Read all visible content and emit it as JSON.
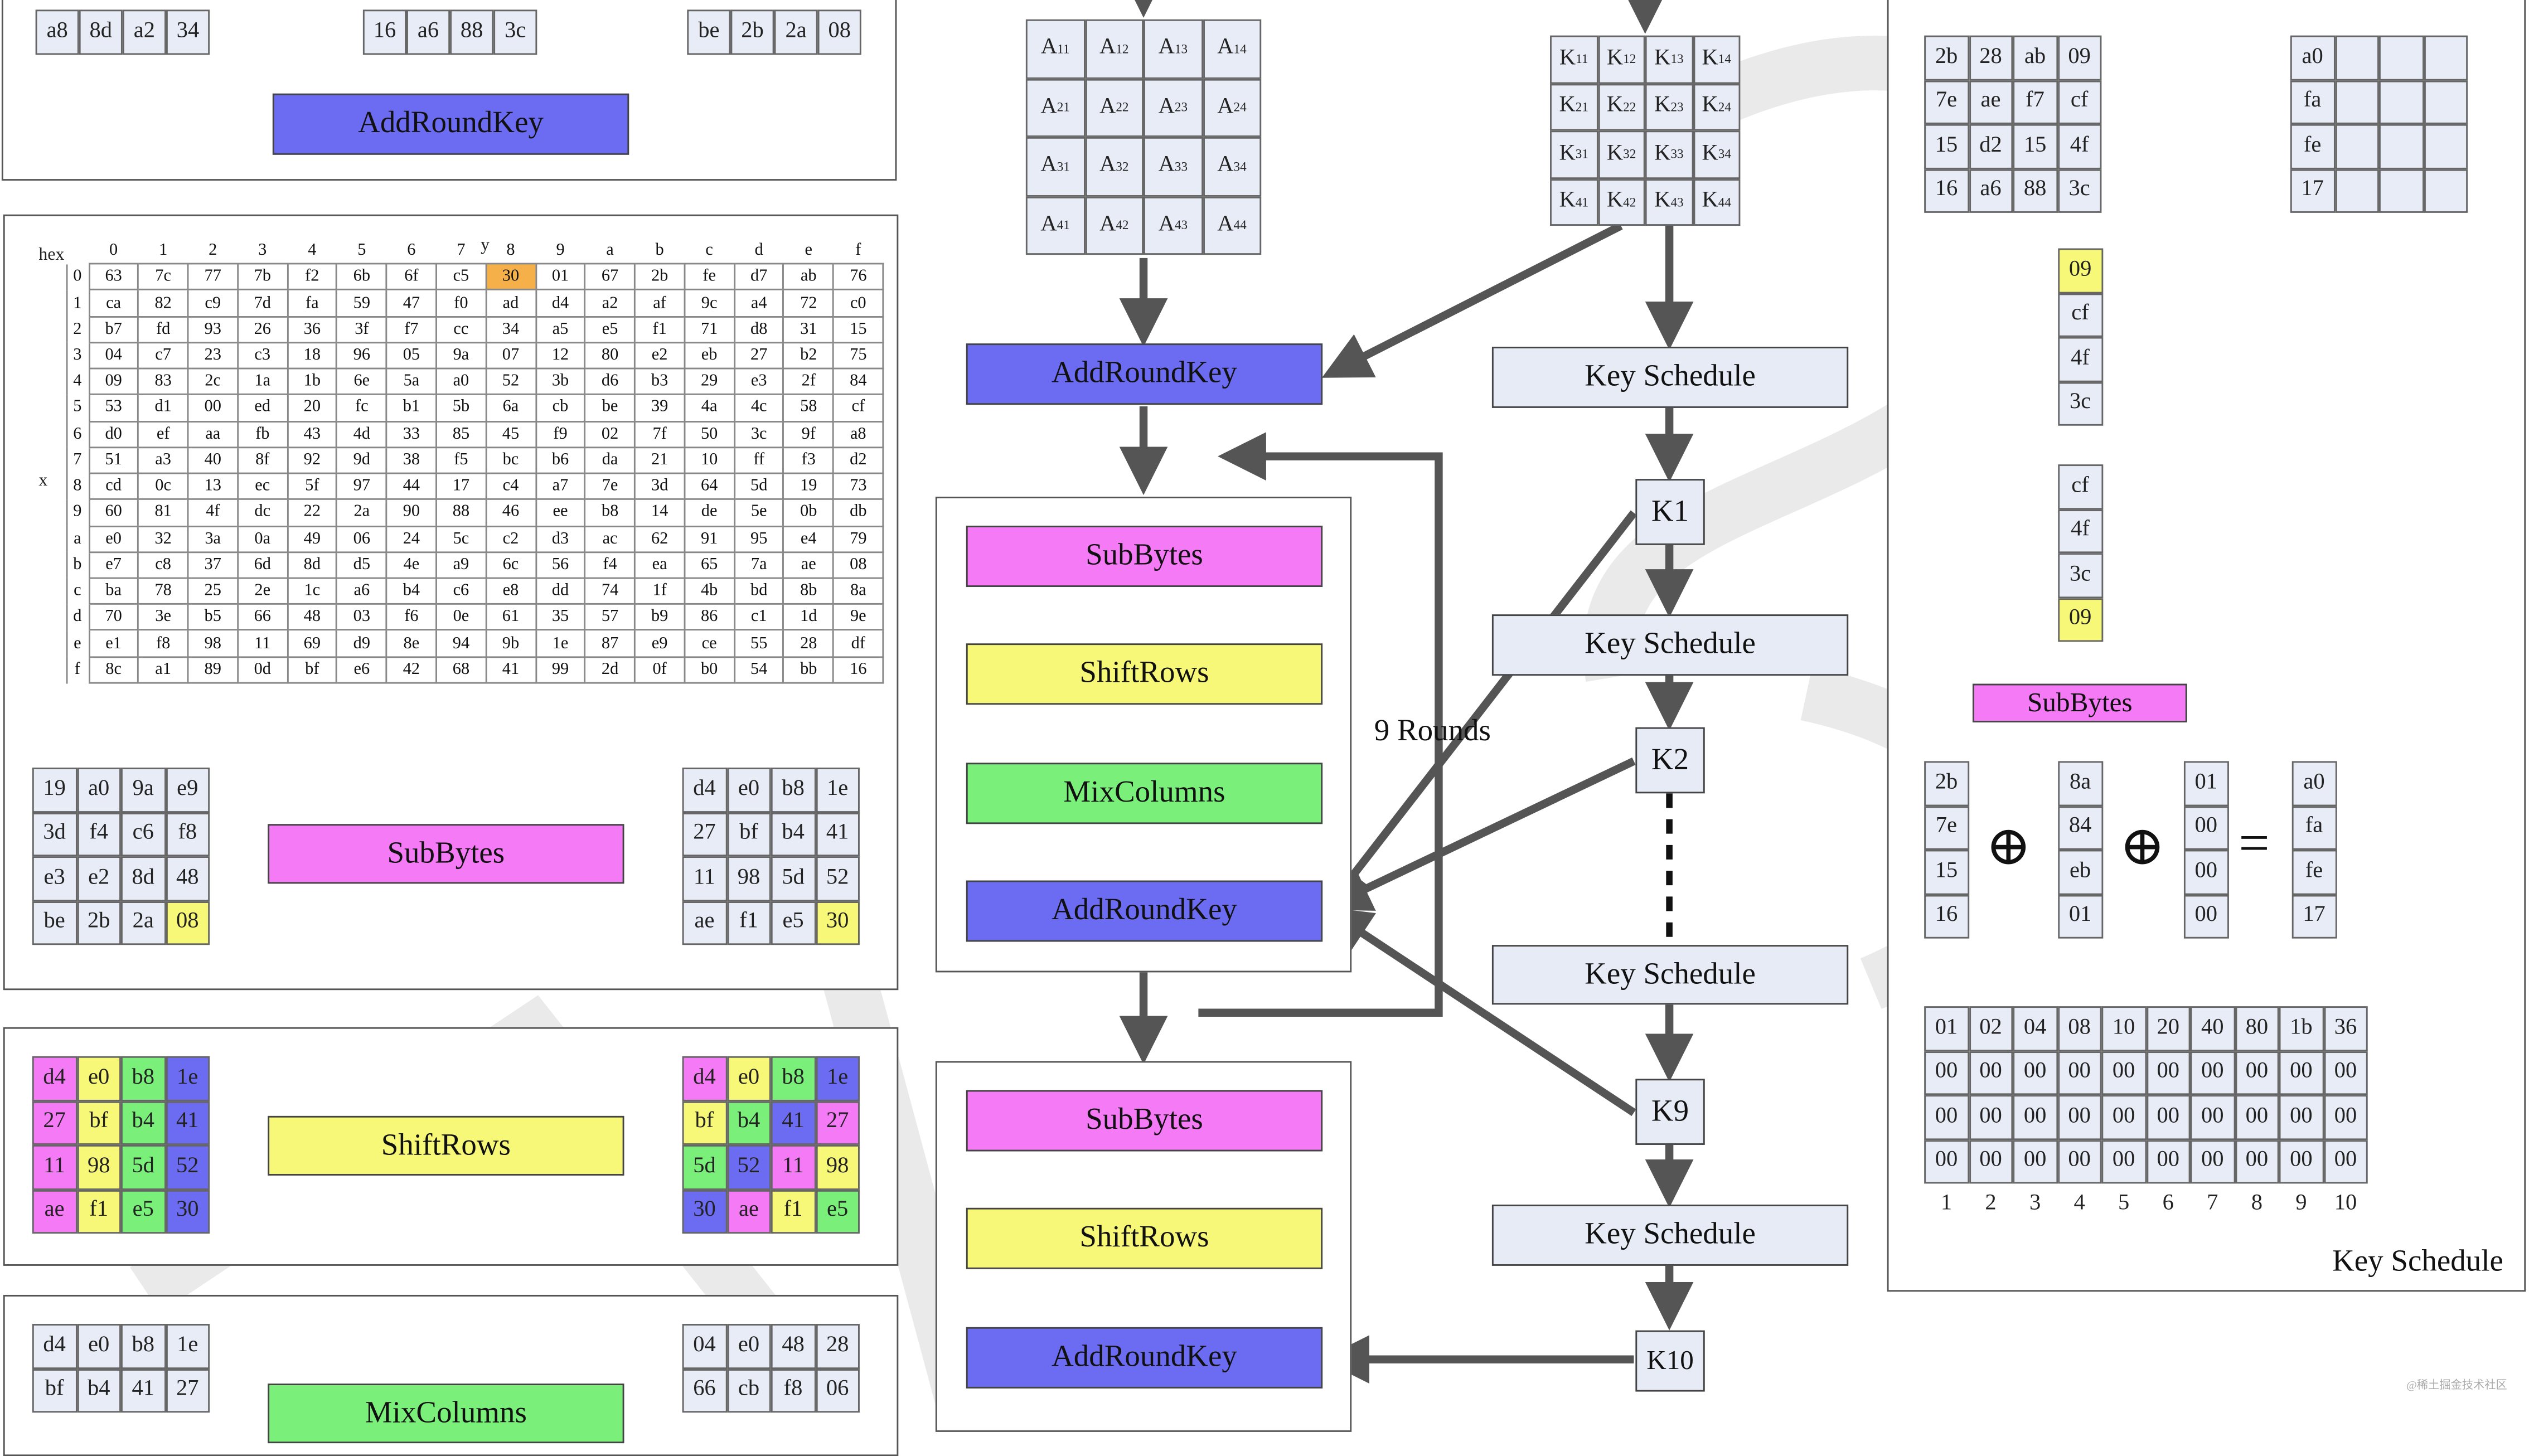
{
  "colors": {
    "blue": "#6c6cf2",
    "magenta": "#f57af5",
    "yellow": "#f8f878",
    "green": "#7af07a",
    "pale": "#e6ebf5",
    "highlight": "#f5b04a"
  },
  "top_left": {
    "left_grid": [
      "a8",
      "8d",
      "a2",
      "34"
    ],
    "center_grid": [
      "16",
      "a6",
      "88",
      "3c"
    ],
    "right_grid": [
      "be",
      "2b",
      "2a",
      "08"
    ],
    "op_label": "AddRoundKey"
  },
  "sbox": {
    "corner_label": "hex",
    "y_label": "y",
    "x_label": "x",
    "cols": [
      "0",
      "1",
      "2",
      "3",
      "4",
      "5",
      "6",
      "7",
      "8",
      "9",
      "a",
      "b",
      "c",
      "d",
      "e",
      "f"
    ],
    "rows": [
      {
        "h": "0",
        "v": [
          "63",
          "7c",
          "77",
          "7b",
          "f2",
          "6b",
          "6f",
          "c5",
          "30",
          "01",
          "67",
          "2b",
          "fe",
          "d7",
          "ab",
          "76"
        ]
      },
      {
        "h": "1",
        "v": [
          "ca",
          "82",
          "c9",
          "7d",
          "fa",
          "59",
          "47",
          "f0",
          "ad",
          "d4",
          "a2",
          "af",
          "9c",
          "a4",
          "72",
          "c0"
        ]
      },
      {
        "h": "2",
        "v": [
          "b7",
          "fd",
          "93",
          "26",
          "36",
          "3f",
          "f7",
          "cc",
          "34",
          "a5",
          "e5",
          "f1",
          "71",
          "d8",
          "31",
          "15"
        ]
      },
      {
        "h": "3",
        "v": [
          "04",
          "c7",
          "23",
          "c3",
          "18",
          "96",
          "05",
          "9a",
          "07",
          "12",
          "80",
          "e2",
          "eb",
          "27",
          "b2",
          "75"
        ]
      },
      {
        "h": "4",
        "v": [
          "09",
          "83",
          "2c",
          "1a",
          "1b",
          "6e",
          "5a",
          "a0",
          "52",
          "3b",
          "d6",
          "b3",
          "29",
          "e3",
          "2f",
          "84"
        ]
      },
      {
        "h": "5",
        "v": [
          "53",
          "d1",
          "00",
          "ed",
          "20",
          "fc",
          "b1",
          "5b",
          "6a",
          "cb",
          "be",
          "39",
          "4a",
          "4c",
          "58",
          "cf"
        ]
      },
      {
        "h": "6",
        "v": [
          "d0",
          "ef",
          "aa",
          "fb",
          "43",
          "4d",
          "33",
          "85",
          "45",
          "f9",
          "02",
          "7f",
          "50",
          "3c",
          "9f",
          "a8"
        ]
      },
      {
        "h": "7",
        "v": [
          "51",
          "a3",
          "40",
          "8f",
          "92",
          "9d",
          "38",
          "f5",
          "bc",
          "b6",
          "da",
          "21",
          "10",
          "ff",
          "f3",
          "d2"
        ]
      },
      {
        "h": "8",
        "v": [
          "cd",
          "0c",
          "13",
          "ec",
          "5f",
          "97",
          "44",
          "17",
          "c4",
          "a7",
          "7e",
          "3d",
          "64",
          "5d",
          "19",
          "73"
        ]
      },
      {
        "h": "9",
        "v": [
          "60",
          "81",
          "4f",
          "dc",
          "22",
          "2a",
          "90",
          "88",
          "46",
          "ee",
          "b8",
          "14",
          "de",
          "5e",
          "0b",
          "db"
        ]
      },
      {
        "h": "a",
        "v": [
          "e0",
          "32",
          "3a",
          "0a",
          "49",
          "06",
          "24",
          "5c",
          "c2",
          "d3",
          "ac",
          "62",
          "91",
          "95",
          "e4",
          "79"
        ]
      },
      {
        "h": "b",
        "v": [
          "e7",
          "c8",
          "37",
          "6d",
          "8d",
          "d5",
          "4e",
          "a9",
          "6c",
          "56",
          "f4",
          "ea",
          "65",
          "7a",
          "ae",
          "08"
        ]
      },
      {
        "h": "c",
        "v": [
          "ba",
          "78",
          "25",
          "2e",
          "1c",
          "a6",
          "b4",
          "c6",
          "e8",
          "dd",
          "74",
          "1f",
          "4b",
          "bd",
          "8b",
          "8a"
        ]
      },
      {
        "h": "d",
        "v": [
          "70",
          "3e",
          "b5",
          "66",
          "48",
          "03",
          "f6",
          "0e",
          "61",
          "35",
          "57",
          "b9",
          "86",
          "c1",
          "1d",
          "9e"
        ]
      },
      {
        "h": "e",
        "v": [
          "e1",
          "f8",
          "98",
          "11",
          "69",
          "d9",
          "8e",
          "94",
          "9b",
          "1e",
          "87",
          "e9",
          "ce",
          "55",
          "28",
          "df"
        ]
      },
      {
        "h": "f",
        "v": [
          "8c",
          "a1",
          "89",
          "0d",
          "bf",
          "e6",
          "42",
          "68",
          "41",
          "99",
          "2d",
          "0f",
          "b0",
          "54",
          "bb",
          "16"
        ]
      }
    ],
    "highlight": {
      "row": 0,
      "col": 8
    }
  },
  "subbytes_example": {
    "in": [
      "19",
      "a0",
      "9a",
      "e9",
      "3d",
      "f4",
      "c6",
      "f8",
      "e3",
      "e2",
      "8d",
      "48",
      "be",
      "2b",
      "2a",
      "08"
    ],
    "out": [
      "d4",
      "e0",
      "b8",
      "1e",
      "27",
      "bf",
      "b4",
      "41",
      "11",
      "98",
      "5d",
      "52",
      "ae",
      "f1",
      "e5",
      "30"
    ],
    "label": "SubBytes"
  },
  "shiftrows_example": {
    "in": [
      "d4",
      "e0",
      "b8",
      "1e",
      "27",
      "bf",
      "b4",
      "41",
      "11",
      "98",
      "5d",
      "52",
      "ae",
      "f1",
      "e5",
      "30"
    ],
    "out": [
      "d4",
      "e0",
      "b8",
      "1e",
      "bf",
      "b4",
      "41",
      "27",
      "5d",
      "52",
      "11",
      "98",
      "30",
      "ae",
      "f1",
      "e5"
    ],
    "label": "ShiftRows"
  },
  "mixcolumns_example": {
    "in": [
      "d4",
      "e0",
      "b8",
      "1e",
      "bf",
      "b4",
      "41",
      "27"
    ],
    "out": [
      "04",
      "e0",
      "48",
      "28",
      "66",
      "cb",
      "f8",
      "06"
    ],
    "label": "MixColumns"
  },
  "state_matrix": [
    "A11",
    "A12",
    "A13",
    "A14",
    "A21",
    "A22",
    "A23",
    "A24",
    "A31",
    "A32",
    "A33",
    "A34",
    "A41",
    "A42",
    "A43",
    "A44"
  ],
  "key_matrix": [
    "K11",
    "K12",
    "K13",
    "K14",
    "K21",
    "K22",
    "K23",
    "K24",
    "K31",
    "K32",
    "K33",
    "K34",
    "K41",
    "K42",
    "K43",
    "K44"
  ],
  "flow": {
    "add_round_key": "AddRoundKey",
    "sub_bytes": "SubBytes",
    "shift_rows": "ShiftRows",
    "mix_columns": "MixColumns",
    "rounds_label": "9 Rounds"
  },
  "key_flow": {
    "key_schedule": "Key Schedule",
    "k1": "K1",
    "k2": "K2",
    "k9": "K9",
    "k10": "K10"
  },
  "key_schedule_panel": {
    "title": "Key Schedule",
    "key_grid": [
      "2b",
      "28",
      "ab",
      "09",
      "7e",
      "ae",
      "f7",
      "cf",
      "15",
      "d2",
      "15",
      "4f",
      "16",
      "a6",
      "88",
      "3c"
    ],
    "out_col": [
      "a0",
      "fa",
      "fe",
      "17"
    ],
    "col_initial": [
      "09",
      "cf",
      "4f",
      "3c"
    ],
    "col_rotated": [
      "cf",
      "4f",
      "3c",
      "09"
    ],
    "sub_label": "SubBytes",
    "w0": [
      "2b",
      "7e",
      "15",
      "16"
    ],
    "sub_out": [
      "8a",
      "84",
      "eb",
      "01"
    ],
    "rcon_col": [
      "01",
      "00",
      "00",
      "00"
    ],
    "result": [
      "a0",
      "fa",
      "fe",
      "17"
    ],
    "rcon_table": [
      [
        "01",
        "02",
        "04",
        "08",
        "10",
        "20",
        "40",
        "80",
        "1b",
        "36"
      ],
      [
        "00",
        "00",
        "00",
        "00",
        "00",
        "00",
        "00",
        "00",
        "00",
        "00"
      ],
      [
        "00",
        "00",
        "00",
        "00",
        "00",
        "00",
        "00",
        "00",
        "00",
        "00"
      ],
      [
        "00",
        "00",
        "00",
        "00",
        "00",
        "00",
        "00",
        "00",
        "00",
        "00"
      ]
    ],
    "rcon_index": [
      "1",
      "2",
      "3",
      "4",
      "5",
      "6",
      "7",
      "8",
      "9",
      "10"
    ]
  },
  "watermark": "@稀土掘金技术社区"
}
